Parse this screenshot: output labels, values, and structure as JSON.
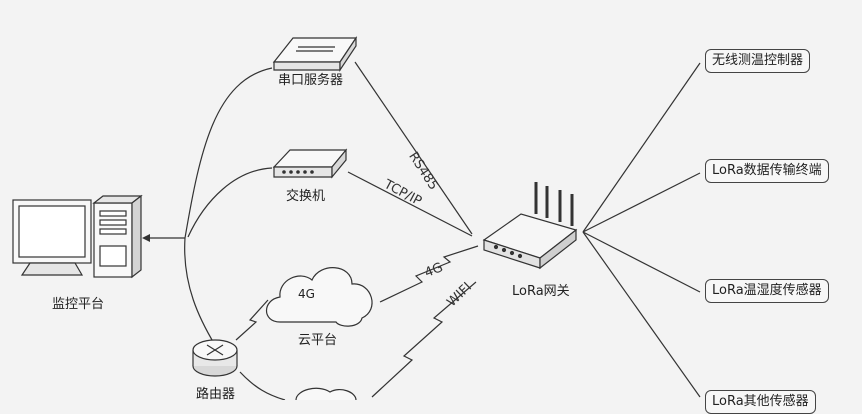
{
  "nodes": {
    "serial_server": "串口服务器",
    "switch": "交换机",
    "monitor_platform": "监控平台",
    "cloud_platform": "云平台",
    "router": "路由器",
    "gateway": "LoRa网关"
  },
  "clouds": {
    "cloud_4g": "4G"
  },
  "links": {
    "rs485": "RS485",
    "tcpip": "TCP/IP",
    "link_4g": "4G",
    "wifi": "WIFI"
  },
  "endpoints": [
    "无线测温控制器",
    "LoRa数据传输终端",
    "LoRa温湿度传感器",
    "LoRa其他传感器"
  ],
  "colors": {
    "line": "#333333",
    "background": "#f3f3f3"
  }
}
